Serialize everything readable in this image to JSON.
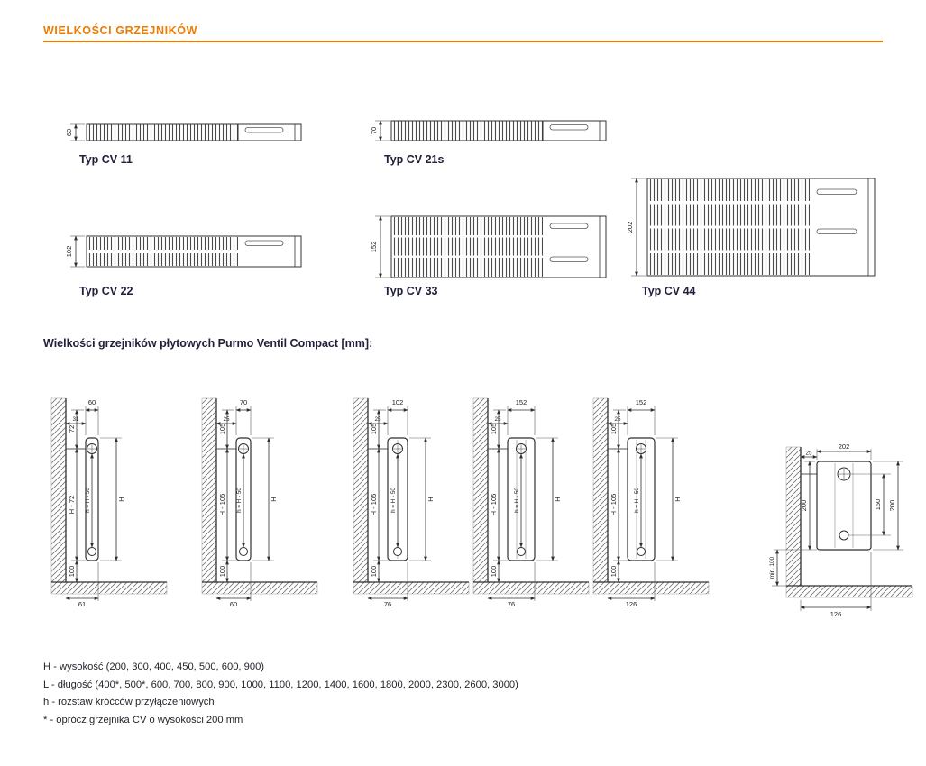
{
  "header": {
    "title": "WIELKOŚCI GRZEJNIKÓW",
    "accent_color": "#ee7c00"
  },
  "cross_sections": [
    {
      "label": "Typ CV 11",
      "height_mm": "60"
    },
    {
      "label": "Typ CV 21s",
      "height_mm": "70"
    },
    {
      "label": "Typ CV 22",
      "height_mm": "102"
    },
    {
      "label": "Typ CV 33",
      "height_mm": "152"
    },
    {
      "label": "Typ CV 44",
      "height_mm": "202"
    }
  ],
  "section_heading": "Wielkości grzejników płytowych Purmo Ventil Compact [mm]:",
  "side_views": [
    {
      "top_width": "60",
      "wall_gap": "31",
      "upper_offset": "72",
      "lower_span": "H - 72",
      "connection_span": "h = H - 50",
      "total_height": "H",
      "floor_clearance": "100",
      "bottom_depth": "61"
    },
    {
      "top_width": "70",
      "wall_gap": "25",
      "upper_offset": "105",
      "lower_span": "H - 105",
      "connection_span": "h = H - 50",
      "total_height": "H",
      "floor_clearance": "100",
      "bottom_depth": "60"
    },
    {
      "top_width": "102",
      "wall_gap": "25",
      "upper_offset": "105",
      "lower_span": "H - 105",
      "connection_span": "h = H - 50",
      "total_height": "H",
      "floor_clearance": "100",
      "bottom_depth": "76"
    },
    {
      "top_width": "152",
      "wall_gap": "25",
      "upper_offset": "105",
      "lower_span": "H - 105",
      "connection_span": "h = H - 50",
      "total_height": "H",
      "floor_clearance": "100",
      "bottom_depth": "76"
    },
    {
      "top_width": "152",
      "wall_gap": "25",
      "upper_offset": "105",
      "lower_span": "H - 105",
      "connection_span": "h = H - 50",
      "total_height": "H",
      "floor_clearance": "100",
      "bottom_depth": "126"
    }
  ],
  "corner_view": {
    "top_width": "202",
    "wall_gap": "25",
    "left_height": "200",
    "min_clearance": "min. 100",
    "bottom_depth": "126",
    "inner_height": "150",
    "outer_height": "200"
  },
  "legend": {
    "line1": "H - wysokość (200, 300, 400, 450, 500, 600, 900)",
    "line2": "L - długość (400*, 500*, 600, 700, 800, 900, 1000, 1100, 1200, 1400, 1600, 1800, 2000, 2300, 2600, 3000)",
    "line3": "h - rozstaw króćców przyłączeniowych",
    "line4": "* - oprócz grzejnika CV o wysokości 200 mm"
  }
}
